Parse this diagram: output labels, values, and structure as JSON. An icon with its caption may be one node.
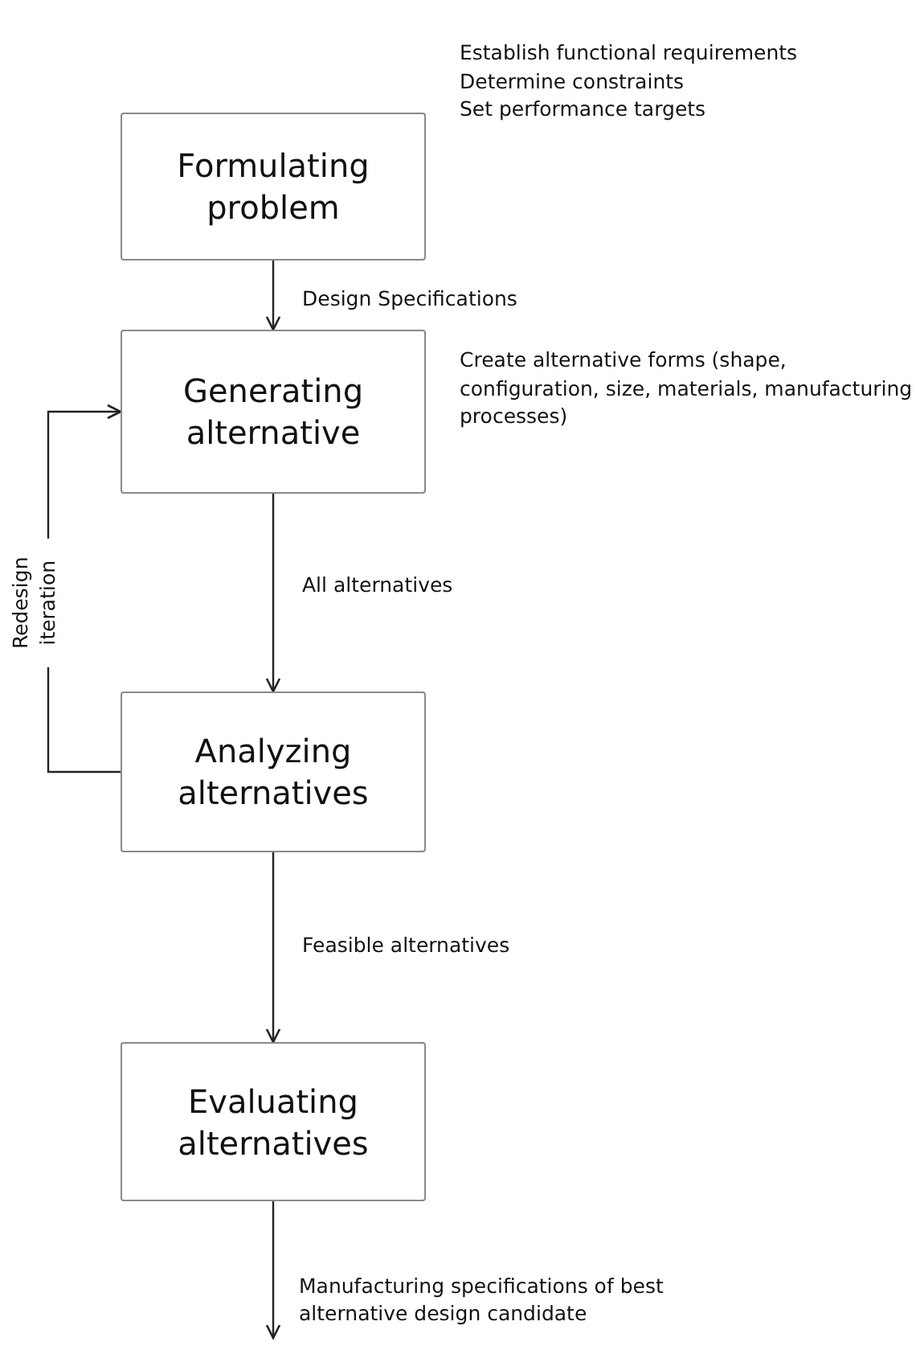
{
  "diagram": {
    "nodes": [
      {
        "text": [
          "Formulating problem"
        ],
        "beside": [
          "Establish functional requirements",
          "Determine constraints",
          "Set performance targets"
        ]
      },
      {
        "text": [
          "Generating alternative"
        ],
        "beside": [
          "Create alternative forms (shape, configuration, size, materials, manufacturing processes)"
        ]
      },
      {
        "text": [
          "Analyzing alternatives"
        ]
      },
      {
        "text": [
          "Evaluating alternatives"
        ]
      }
    ],
    "edges": [
      {
        "from": 0,
        "to": 1,
        "arrow": "to",
        "label": "Design Specifications"
      },
      {
        "from": 1,
        "to": 2,
        "arrow": "to",
        "label": "All alternatives"
      },
      {
        "from": 2,
        "to": 1,
        "arrow": "to",
        "label": "Redesign iteration"
      },
      {
        "from": 2,
        "to": 3,
        "arrow": "to",
        "label": "Feasible alternatives"
      },
      {
        "from": 3,
        "to": null,
        "arrow": "to",
        "label": "Manufacturing specifications of best alternative design candidate"
      }
    ]
  }
}
